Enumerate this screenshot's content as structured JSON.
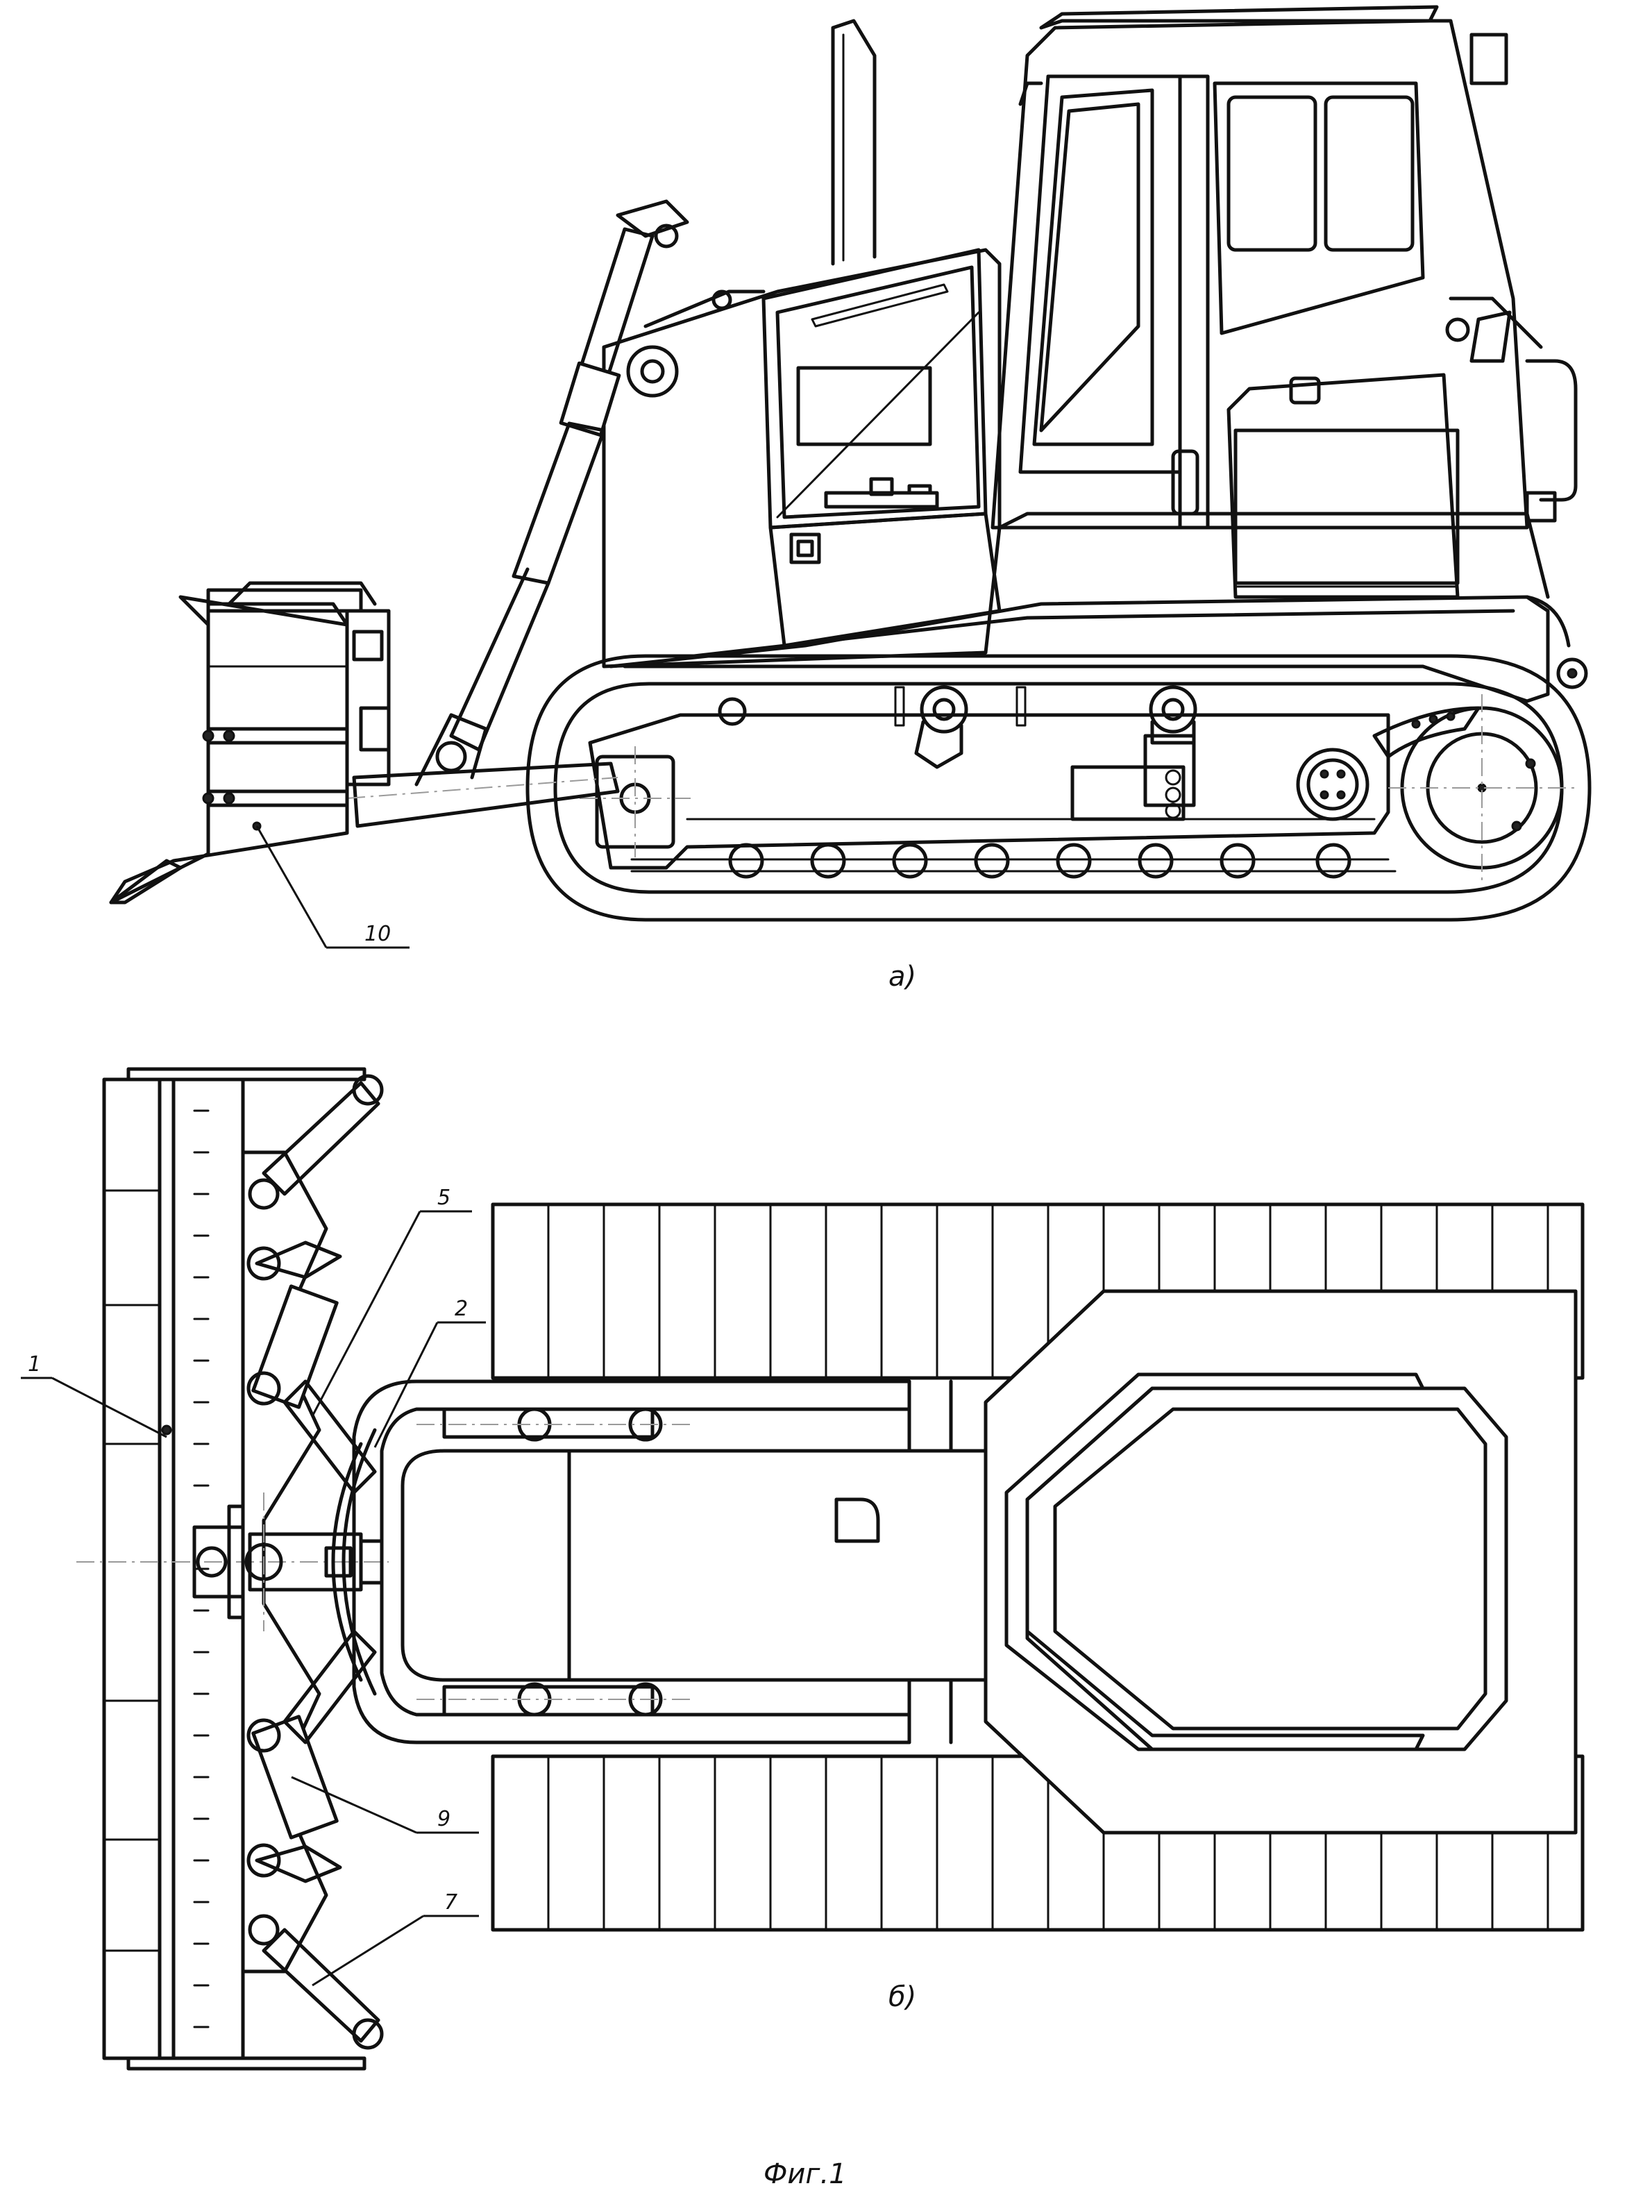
{
  "views": {
    "side_caption": "а)",
    "top_caption": "б)"
  },
  "figure_caption": "Фиг.1",
  "callouts": {
    "c1": "1",
    "c2": "2",
    "c5": "5",
    "c7": "7",
    "c9": "9",
    "c10": "10"
  },
  "colors": {
    "ink": "#111111",
    "centerline": "#9a9a9a",
    "paper": "#ffffff"
  }
}
